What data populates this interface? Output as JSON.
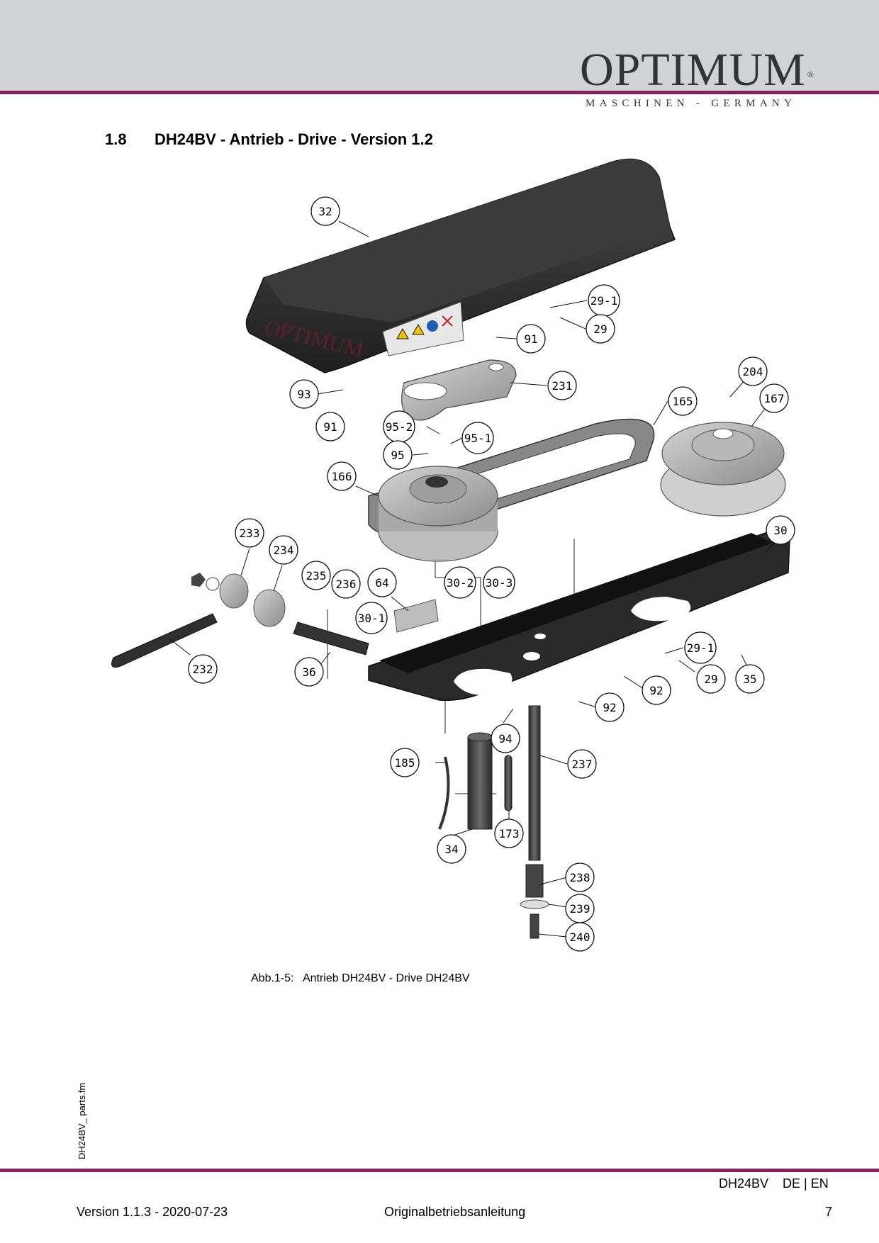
{
  "header": {
    "brand": "OPTIMUM",
    "registered": "®",
    "tagline": "MASCHINEN - GERMANY"
  },
  "section": {
    "number": "1.8",
    "title": "DH24BV - Antrieb - Drive - Version 1.2"
  },
  "diagram": {
    "cover_brand": "OPTIMUM",
    "callouts": [
      "32",
      "29-1",
      "29",
      "91",
      "231",
      "204",
      "167",
      "165",
      "93",
      "91",
      "95-2",
      "95-1",
      "95",
      "166",
      "30",
      "233",
      "234",
      "235",
      "236",
      "64",
      "30-2",
      "30-3",
      "30-1",
      "232",
      "36",
      "29-1",
      "29",
      "35",
      "92",
      "92",
      "94",
      "185",
      "237",
      "173",
      "34",
      "238",
      "239",
      "240"
    ]
  },
  "caption": {
    "label": "Abb.1-5:",
    "text": "Antrieb DH24BV - Drive DH24BV"
  },
  "side_file": "DH24BV_ parts.fm",
  "footer": {
    "model": "DH24BV",
    "languages": "DE | EN",
    "version": "Version 1.1.3 - 2020-07-23",
    "document": "Originalbetriebsanleitung",
    "page": "7"
  },
  "colors": {
    "accent": "#8a1e5a",
    "header_band": "#d1d2d4",
    "logo": "#2f3437",
    "part_dark": "#2b2b2b",
    "part_grey": "#9a9a9a"
  }
}
